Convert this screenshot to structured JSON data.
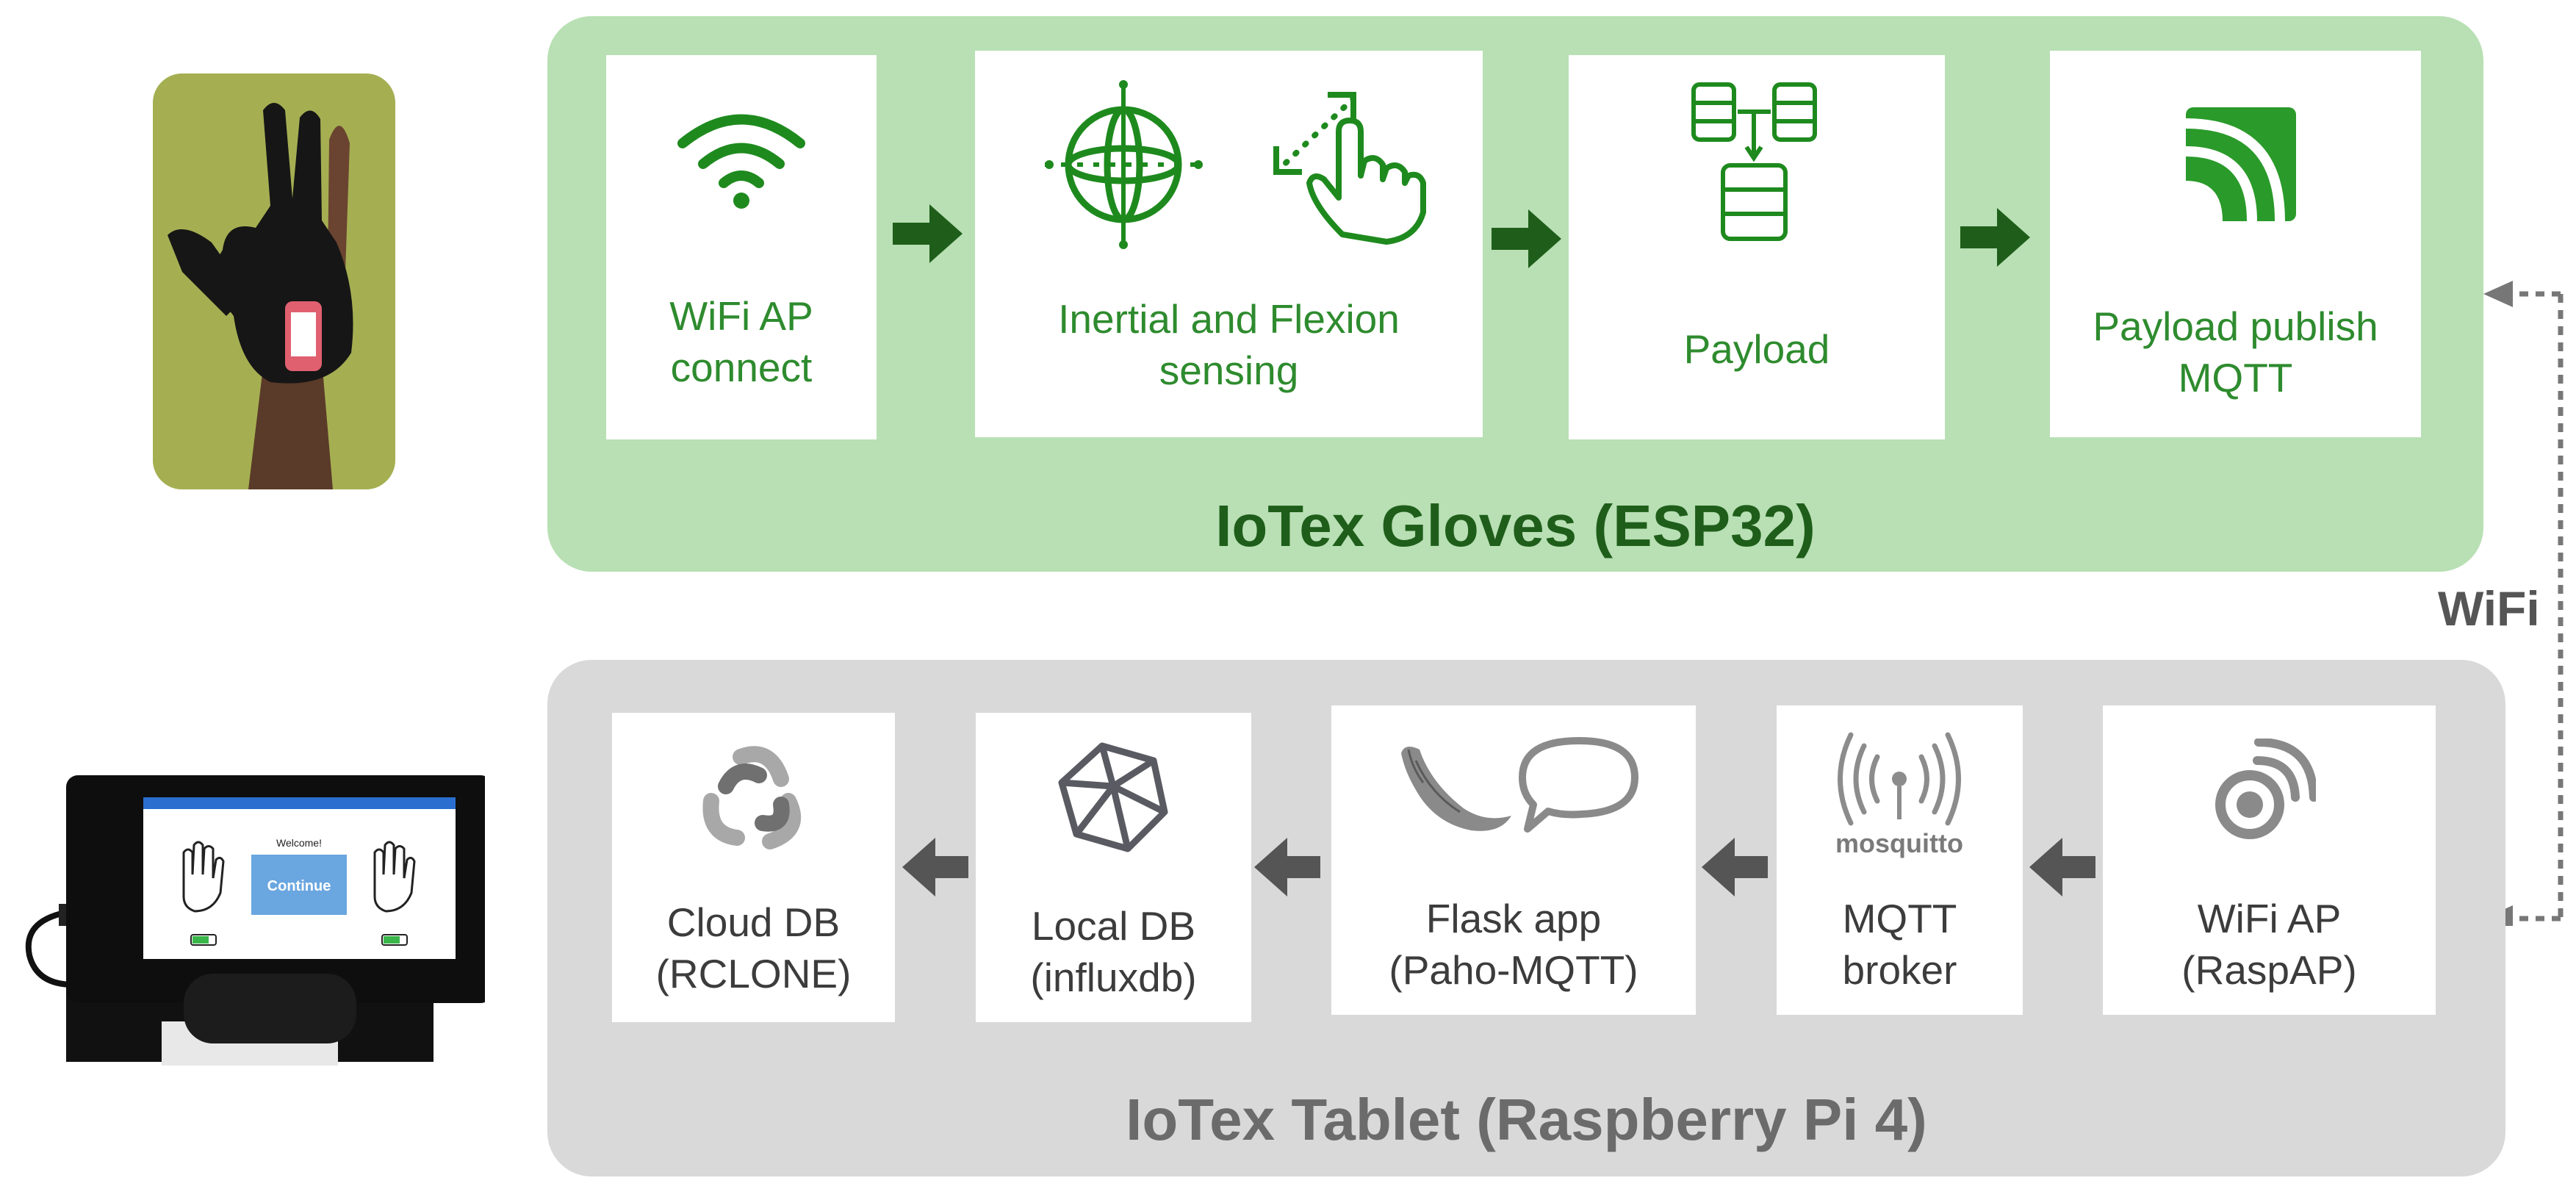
{
  "glove_section": {
    "title": "IoTex Gloves (ESP32)",
    "color_fill": "#b8e0b4",
    "color_text": "#2e8b2e",
    "steps": [
      {
        "label": "WiFi AP\nconnect",
        "icon": "wifi-icon"
      },
      {
        "label": "Inertial and Flexion\nsensing",
        "icon": "gyroscope-icon"
      },
      {
        "label": "Payload",
        "icon": "database-icon"
      },
      {
        "label": "Payload publish\nMQTT",
        "icon": "mqtt-publish-icon"
      }
    ]
  },
  "tablet_section": {
    "title": "IoTex Tablet (Raspberry Pi 4)",
    "color_fill": "#d9d9d9",
    "steps": [
      {
        "label": "Cloud DB\n(RCLONE)",
        "icon": "rclone-icon"
      },
      {
        "label": "Local DB\n(influxdb)",
        "icon": "influxdb-icon"
      },
      {
        "label": "Flask app\n(Paho-MQTT)",
        "icon": "flask-icon"
      },
      {
        "label": "MQTT\nbroker",
        "icon": "mosquitto-icon"
      },
      {
        "label": "WiFi AP\n(RaspAP)",
        "icon": "raspap-icon"
      }
    ]
  },
  "link": {
    "label": "WiFi"
  },
  "tablet_screen": {
    "welcome": "Welcome!",
    "button": "Continue"
  },
  "mosquitto_logo_text": "mosquitto"
}
